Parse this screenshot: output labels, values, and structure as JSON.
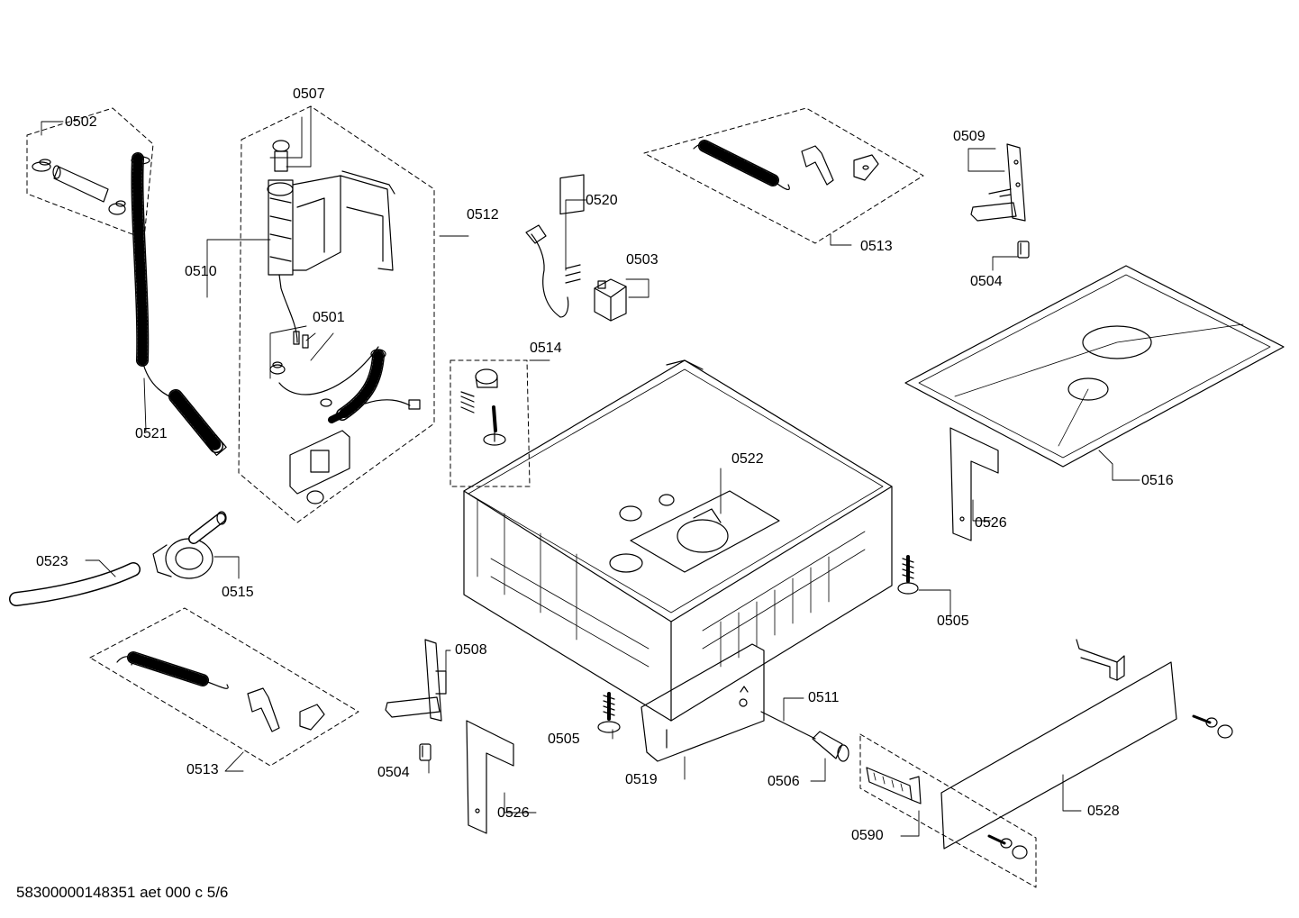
{
  "diagram": {
    "labels": {
      "p0502": "0502",
      "p0507": "0507",
      "p0510": "0510",
      "p0512": "0512",
      "p0501": "0501",
      "p0521": "0521",
      "p0520": "0520",
      "p0503": "0503",
      "p0513_top": "0513",
      "p0509": "0509",
      "p0504_right": "0504",
      "p0514": "0514",
      "p0522": "0522",
      "p0516": "0516",
      "p0526_right": "0526",
      "p0505_right": "0505",
      "p0523": "0523",
      "p0515": "0515",
      "p0508": "0508",
      "p0513_bottom": "0513",
      "p0504_left": "0504",
      "p0526_left": "0526",
      "p0505_left": "0505",
      "p0519": "0519",
      "p0511": "0511",
      "p0506": "0506",
      "p0528": "0528",
      "p0590": "0590"
    },
    "footer": "58300000148351 aet 000 c 5/6"
  }
}
